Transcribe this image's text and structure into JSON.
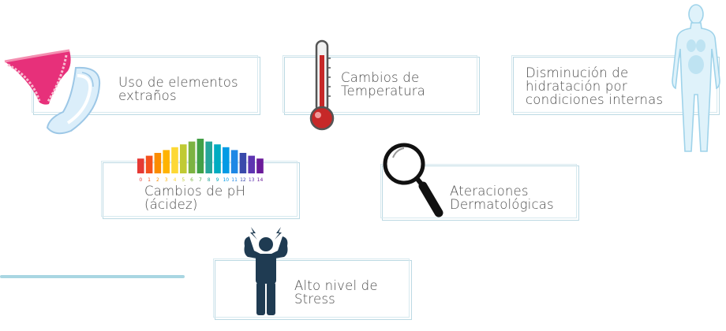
{
  "items": [
    {
      "id": "uso",
      "lines": [
        "Uso de elementos",
        "extraños"
      ],
      "icon": "panty-and-pad-icon"
    },
    {
      "id": "temp",
      "lines": [
        "Cambios de",
        "Temperatura"
      ],
      "icon": "thermometer-icon"
    },
    {
      "id": "hidr",
      "lines": [
        "Disminución de",
        "hidratación por",
        "condiciones internas"
      ],
      "icon": "human-body-icon"
    },
    {
      "id": "ph",
      "lines": [
        "Cambios de pH",
        "(ácidez)"
      ],
      "icon": "ph-scale-icon"
    },
    {
      "id": "derm",
      "lines": [
        "Ateraciones",
        "Dermatológicas"
      ],
      "icon": "magnifying-glass-icon"
    },
    {
      "id": "stress",
      "lines": [
        "Alto nivel de",
        "Stress"
      ],
      "icon": "stressed-person-icon"
    }
  ],
  "ph_scale": [
    "0",
    "1",
    "2",
    "3",
    "4",
    "5",
    "6",
    "7",
    "8",
    "9",
    "10",
    "11",
    "12",
    "13",
    "14"
  ],
  "colors": {
    "card_border": "#bcd9e3",
    "accent_line": "#a9d6e2",
    "panty": "#e7307a",
    "thermo_red": "#c62828",
    "body_blue": "#bfe3f2",
    "person": "#1f3b52"
  }
}
